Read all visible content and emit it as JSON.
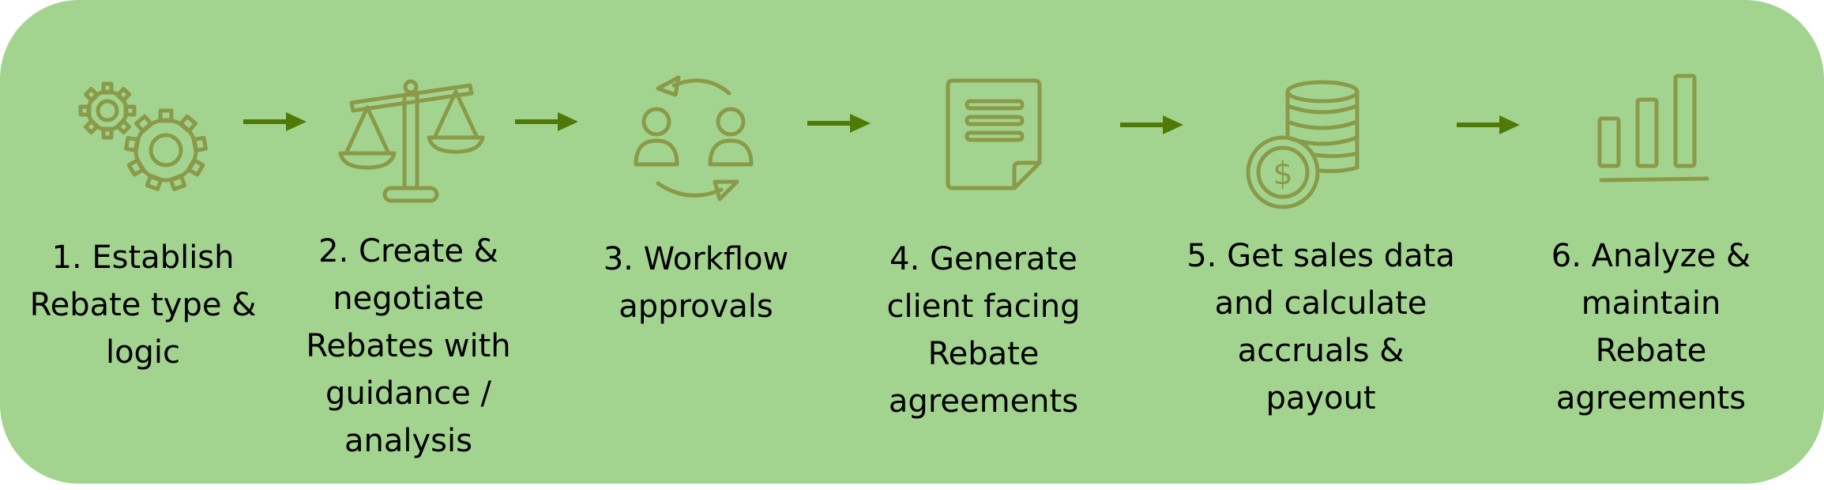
{
  "colors": {
    "background": "#a3d48f",
    "icon": "#8a9a48",
    "arrow": "#4f7a08",
    "text": "#000000"
  },
  "steps": [
    {
      "label": "1. Establish\nRebate type &\nlogic",
      "icon": "gears-icon"
    },
    {
      "label": "2. Create &\nnegotiate\nRebates with\nguidance /\nanalysis",
      "icon": "balance-scale-icon"
    },
    {
      "label": "3. Workflow\napprovals",
      "icon": "people-cycle-icon"
    },
    {
      "label": "4. Generate\nclient facing\nRebate\nagreements",
      "icon": "document-icon"
    },
    {
      "label": "5. Get sales data\nand calculate\naccruals &\npayout",
      "icon": "coins-dollar-icon"
    },
    {
      "label": "6. Analyze &\nmaintain\nRebate\nagreements",
      "icon": "bar-chart-icon"
    }
  ],
  "connector": "arrow-right-icon"
}
